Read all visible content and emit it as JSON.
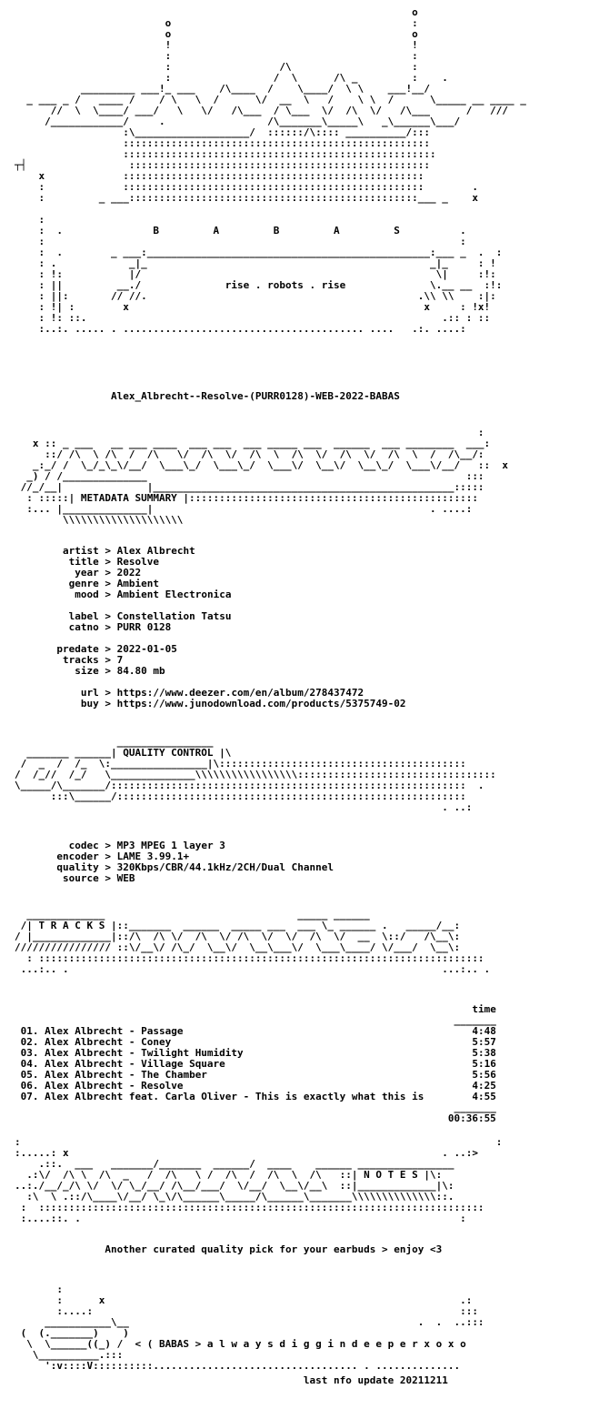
{
  "header_art": "                                                                  o\n                         o                                        :\n                         o                                        o\n                         !                                        !\n                         :                                        :\n                         :                  /\\                    :\n                         :                 /  \\      /\\ _         :    .\n           _________ ___!_ ___    /\\____  /    \\____/  \\ \\    ___!__/\n  _ ___ _ /   ____ /    / \\   \\  /      \\/  __  \\   /    \\ \\  /      \\_____ __ ____ _\n      //  \\  \\____/ ___/   \\   \\/   /\\___  / \\___  \\/  /\\  \\/   /\\___      /   ///\n     /____________/     .                 /\\_______\\_____\\   _\\______\\___/\n                  :\\___________________/  ::::::/\\:::: __________/:::\n                  :::::::::::::::::::::::::::::::::::::::::::::::::::\n                  ::::::::::::::::::::::::::::::::::::::::::::::::::::\n┬┤                 ::::::::::::::::::::::::::::::::::::::::::::::::::\n    x             ::::::::::::::::::::::::::::::::::::::::::::::::::\n    :             ::::::::::::::::::::::::::::::::::::::::::::::::::        .\n    :         _ ___::::::::::::::::::::::::::::::::::::::::::::::::___ _    x\n\n    :\n    :  .               B         A         B         A         S          .\n    :                                                                     :\n    :  .        _ ___:_______________________________________________:___ _  .  :\n    : .            _|_                                               _|_     : !\n    : !:           |/                                                 \\|     :!:\n    : ||         __./              rise . robots . rise              \\.__ __  :!:\n    : ||:       // //.                                             .\\\\ \\\\    :|:\n    : !| :        x                                                 x     : !x!\n    : !: ::.                                                           .:: : ::\n    :..:. ..... . ........................................ ....   .:. ....:",
  "release_name": "Alex_Albrecht--Resolve-(PURR0128)-WEB-2022-BABAS",
  "metadata_art": "                                                                             :\n   x :: _ ___   __ ___ ____  ___ ___  ___ _____ ___  ______  ___ ________  ___:\n     ::/ /\\  \\ /\\  /  /\\   \\/  /\\  \\/  /\\  \\  /\\  \\/  /\\  \\/  /\\  \\  /  /\\__/:\n   _:_/ /  \\_/_\\_\\/__/  \\___\\_/  \\___\\_/  \\___\\/  \\__\\/  \\__\\_/  \\___\\/__/   ::  x\n  _) / /______________                                                     :::\n //_/__|              |__________________________________________________:::::\n  : :::::| METADATA SUMMARY |::::::::::::::::::::::::::::::::::::::::::::::::\n  :... |______________|                                              . ....:\n        \\\\\\\\\\\\\\\\\\\\\\\\\\\\\\\\\\\\\\\\",
  "metadata": [
    {
      "key": "  artist",
      "value": "Alex Albrecht"
    },
    {
      "key": "   title",
      "value": "Resolve"
    },
    {
      "key": "    year",
      "value": "2022"
    },
    {
      "key": "   genre",
      "value": "Ambient"
    },
    {
      "key": "    mood",
      "value": "Ambient Electronica"
    },
    {
      "key": "",
      "value": ""
    },
    {
      "key": "   label",
      "value": "Constellation Tatsu"
    },
    {
      "key": "   catno",
      "value": "PURR 0128"
    },
    {
      "key": "",
      "value": ""
    },
    {
      "key": " predate",
      "value": "2022-01-05"
    },
    {
      "key": "  tracks",
      "value": "7"
    },
    {
      "key": "    size",
      "value": "84.80 mb"
    },
    {
      "key": "",
      "value": ""
    },
    {
      "key": "     url",
      "value": "https://www.deezer.com/en/album/278437472"
    },
    {
      "key": "     buy",
      "value": "https://www.junodownload.com/products/5375749-02"
    }
  ],
  "qc_art": "                 ________________\n  _______ ______| QUALITY CONTROL |\\\n /  _  /  /_  \\:________________|\\:::::::::::::::::::::::::::::::::::::::::\n/  /_//  /_/   \\______________\\\\\\\\\\\\\\\\\\\\\\\\\\\\\\\\\\:::::::::::::::::::::::::::::::::\n\\_____/\\_______/:::::::::::::::::::::::::::::::::::::::::::::::::::::::::::  .\n      :::\\______/::::::::::::::::::::::::::::::::::::::::::::::::::::::::::\n                                                                       . ..:",
  "quality_fields": [
    {
      "key": "   codec",
      "value": "MP3 MPEG 1 layer 3"
    },
    {
      "key": " encoder",
      "value": "LAME 3.99.1+"
    },
    {
      "key": " quality",
      "value": "320Kbps/CBR/44.1kHz/2CH/Dual Channel"
    },
    {
      "key": "  source",
      "value": "WEB"
    }
  ],
  "tracks_art": "  _____________                                _____ ______\n /| T R A C K S |::_______  ______  _____ ___  ___ \\_ ______ .   _____/__:\n/ |_____________|::/\\  /\\ \\/  /\\  \\/ /\\  \\/  \\/  /\\  \\/  __  \\::/   /\\__\\:\n//////////////// ::\\/__\\/ /\\_/  \\__\\/  \\__\\___\\/  \\___\\____/ \\/___/  \\__\\:\n  : ::::::::::::::::::::::::::::::::::::::::::::::::::::::::::::::::::::::::::\n ...:.. .                                                              ...:.. .",
  "tracks_header": "time",
  "tracks_rule": "_______",
  "tracks": [
    {
      "num": "01.",
      "title": "Alex Albrecht - Passage",
      "time": "4:48"
    },
    {
      "num": "02.",
      "title": "Alex Albrecht - Coney",
      "time": "5:57"
    },
    {
      "num": "03.",
      "title": "Alex Albrecht - Twilight Humidity",
      "time": "5:38"
    },
    {
      "num": "04.",
      "title": "Alex Albrecht - Village Square",
      "time": "5:16"
    },
    {
      "num": "05.",
      "title": "Alex Albrecht - The Chamber",
      "time": "5:56"
    },
    {
      "num": "06.",
      "title": "Alex Albrecht - Resolve",
      "time": "4:25"
    },
    {
      "num": "07.",
      "title": "Alex Albrecht feat. Carla Oliver - This is exactly what this is",
      "time": "4:55"
    }
  ],
  "total_time": "00:36:55",
  "notes_art": ":                                                                               :\n:.....: x                                                              . ..:>\n    .::.  ___   _______/_______  ______/  ____    ______ ________________\n  .:\\/  /\\ \\  /\\  _   /  /\\   \\ /  /\\  /  /\\  \\  /\\   ::| N O T E S |\\:\n..:./__/_/\\ \\/  \\/ \\_/__/ /\\__/___/  \\/__/  \\__\\/__\\  ::|_____________|\\:\n  :\\  \\ .::/\\____\\/__/ \\_\\/\\______\\_____/\\______\\_______\\\\\\\\\\\\\\\\\\\\\\\\\\\\::.\n :  ::::::::::::::::::::::::::::::::::::::::::::::::::::::::::::::::::::::::::\n :....::. .                                                               :",
  "notes_text": "Another curated quality pick for your earbuds > enjoy <3",
  "footer_art": "       :\n       :      x                                                           .:\n       :....:                                                             :::\n     ___________\\__                                                .  .  ..:::\n (  (._______)    )\n  \\  \\______((_) /  < ( BABAS > a l w a y s d i g g i n d e e p e r x o x o\n   \\__________.:::\n     ':v::::V::::::::::.................................. . ..............",
  "last_update": "last nfo update 20211211"
}
